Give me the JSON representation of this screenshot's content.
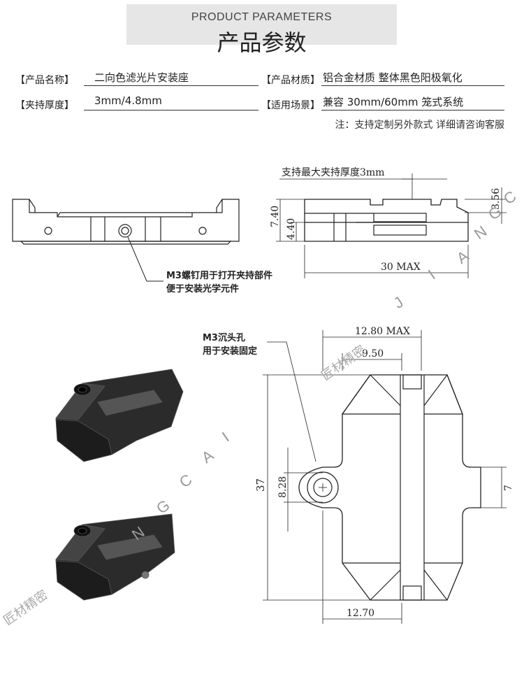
{
  "banner": {
    "title_en": "PRODUCT PARAMETERS",
    "title_zh": "产品参数"
  },
  "params": {
    "name_label": "【产品名称】",
    "name_value": "二向色滤光片安装座",
    "material_label": "【产品材质】",
    "material_value": "铝合金材质 整体黑色阳极氧化",
    "thickness_label": "【夹持厚度】",
    "thickness_value": "3mm/4.8mm",
    "scene_label": "【适用场景】",
    "scene_value": "兼容 30mm/60mm 笼式系统"
  },
  "note": "注：支持定制另外款式 详细请咨询客服",
  "drawing_top": {
    "max_clamp_label": "支持最大夹持厚度3mm",
    "dim_7_40": "7.40",
    "dim_4_40": "4.40",
    "dim_3_56": "3.56",
    "dim_30_max": "30 MAX",
    "callout_line1": "M3螺钉用于打开夹持部件",
    "callout_line2": "便于安装光学元件"
  },
  "drawing_bottom": {
    "callout_line1": "M3沉头孔",
    "callout_line2": "用于安装固定",
    "dim_12_80": "12.80 MAX",
    "dim_9_50": "9.50",
    "dim_37": "37",
    "dim_8_28": "8.28",
    "dim_7": "7",
    "dim_12_70": "12.70"
  },
  "watermark": {
    "letters": [
      "J",
      "I",
      "A",
      "N",
      "G",
      "C",
      "A",
      "I"
    ],
    "brand": "匠材精密"
  }
}
